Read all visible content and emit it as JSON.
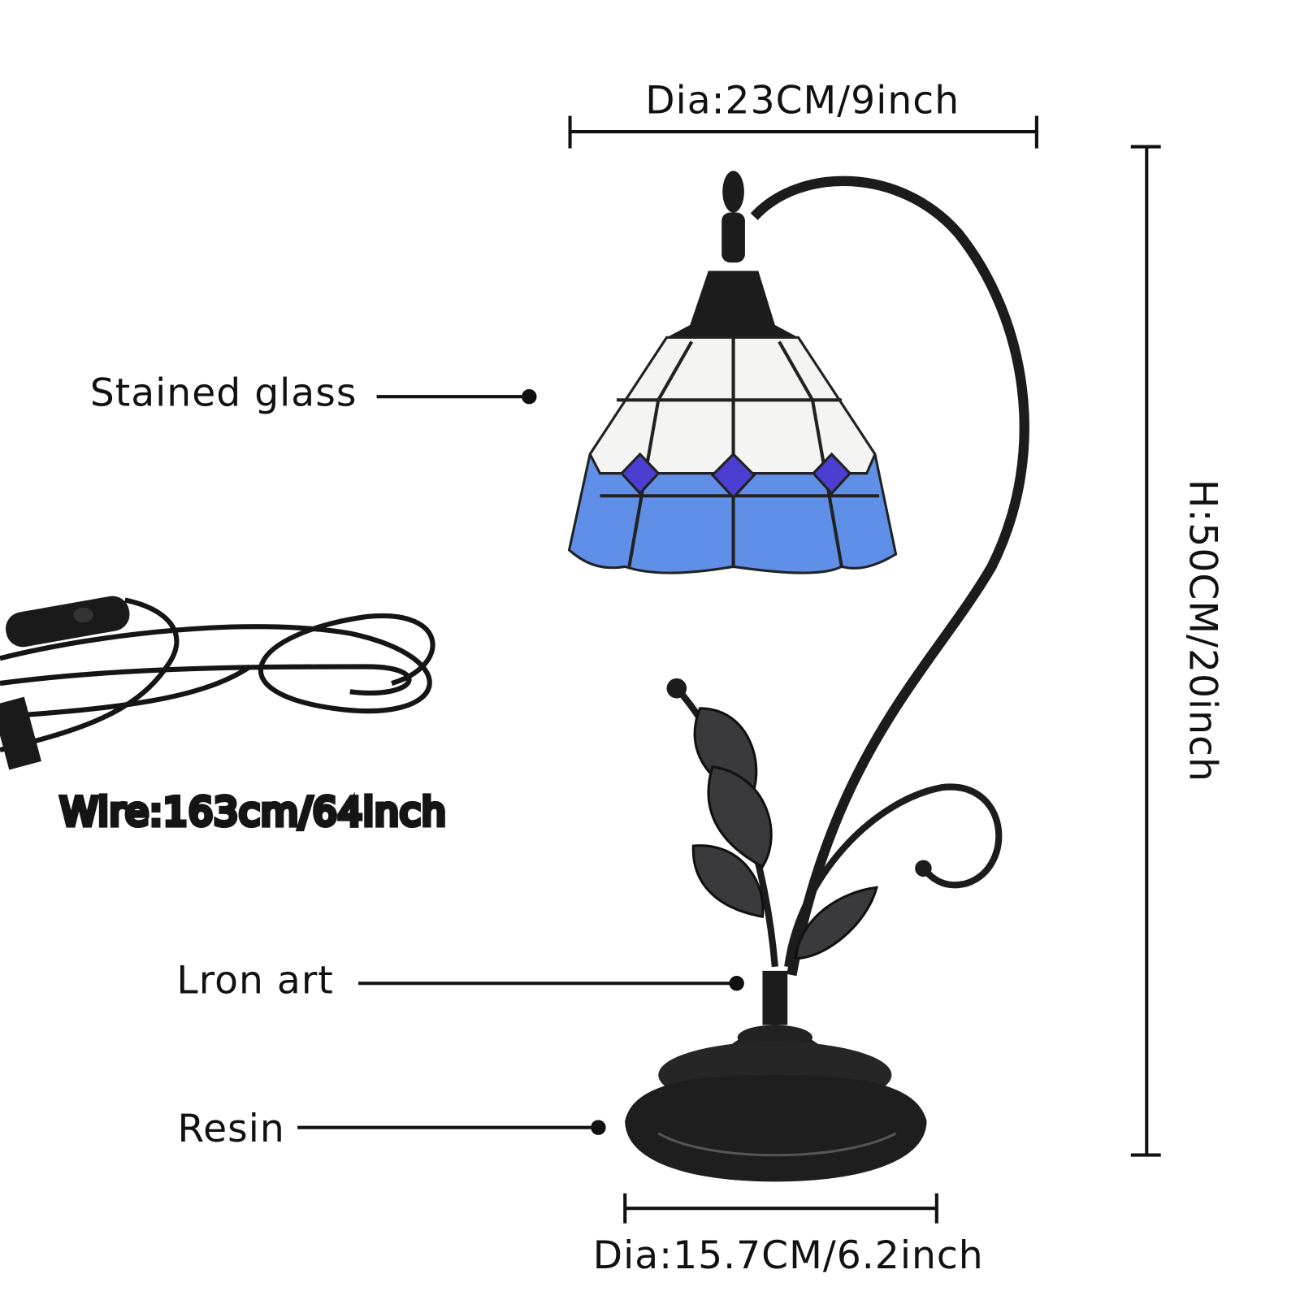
{
  "dimensions": {
    "shade_diameter": "Dia:23CM/9inch",
    "height": "H:50CM/20inch",
    "base_diameter": "Dia:15.7CM/6.2inch",
    "wire_length": "Wire:163cm/64inch"
  },
  "callouts": {
    "shade": "Stained glass",
    "stem": "Lron art",
    "base": "Resin"
  },
  "colors": {
    "shade_white": "#f4f4f2",
    "shade_blue": "#5f8fe6",
    "jewel_blue": "#4a3fd0",
    "metal": "#1c1c1c"
  }
}
